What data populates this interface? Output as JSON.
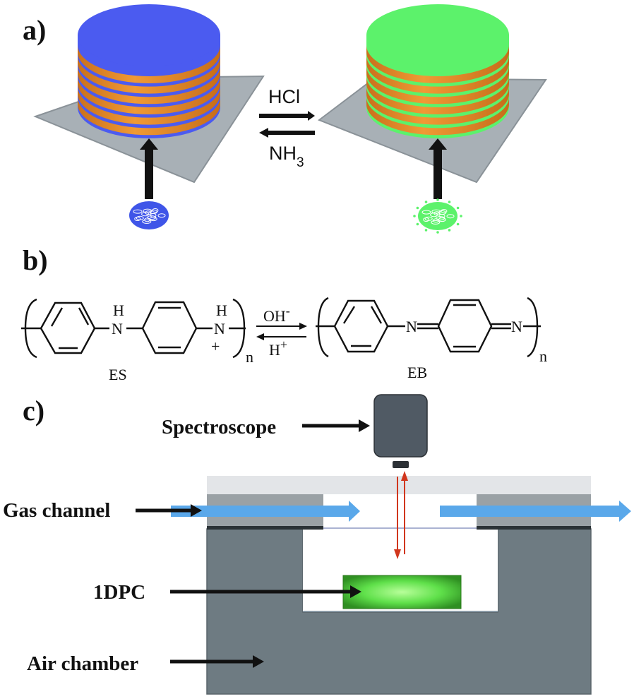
{
  "figure": {
    "panels": {
      "a": {
        "label": "a)",
        "forward_reagent": "HCl",
        "reverse_reagent_main": "NH",
        "reverse_reagent_sub": "3",
        "left_stack": {
          "layer_color": "#4b5bf0",
          "band_color": "#e98b2a",
          "bands": 6
        },
        "right_stack": {
          "layer_color": "#5cf26b",
          "band_color": "#e98b2a",
          "bands": 6
        },
        "substrate_color": "#a8b0b6"
      },
      "b": {
        "label": "b)",
        "left_structure": {
          "name": "ES",
          "h1": "H",
          "n1": "N",
          "h2": "H",
          "n2": "N",
          "charge": "+",
          "repeat": "n"
        },
        "right_structure": {
          "name": "EB",
          "n1": "N",
          "n2": "N",
          "repeat": "n"
        },
        "forward_condition_main": "OH",
        "forward_condition_sup": "-",
        "reverse_condition_main": "H",
        "reverse_condition_sup": "+"
      },
      "c": {
        "label": "c)",
        "callouts": [
          "Spectroscope",
          "Gas channel",
          "1DPC",
          "Air chamber"
        ],
        "colors": {
          "chamber": "#6e7b82",
          "lid": "#e3e5e8",
          "gas_arrow": "#5aa8ea",
          "light_path": "#d1361d",
          "spectroscope": "#505a64",
          "sample": "#5fe04a"
        }
      }
    }
  }
}
